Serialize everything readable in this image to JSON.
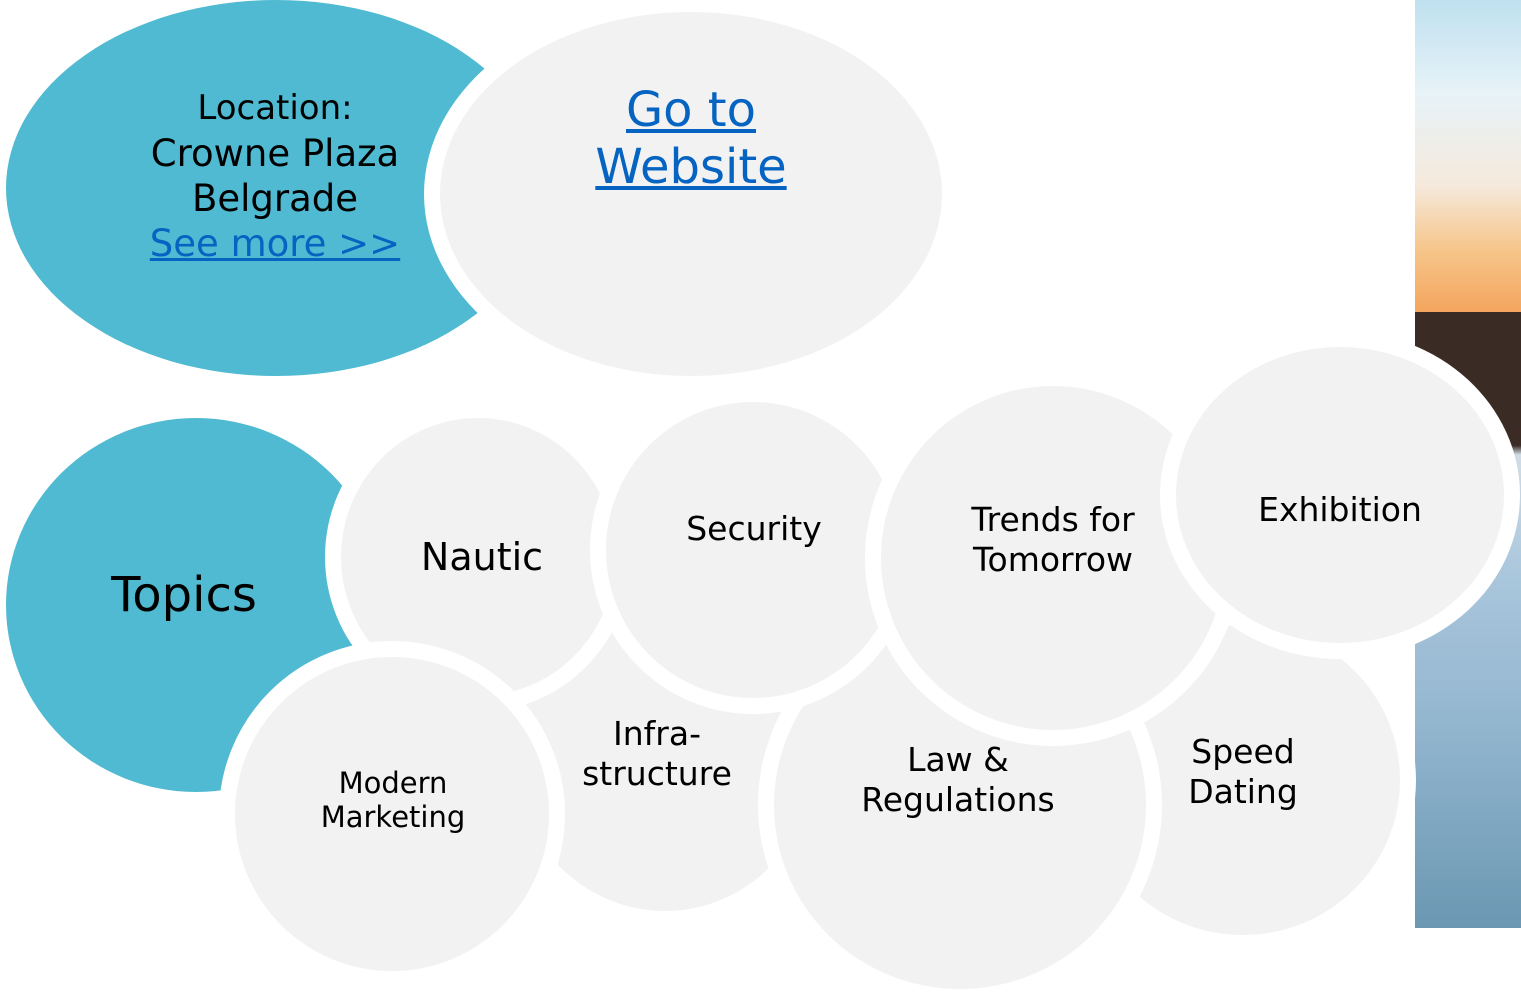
{
  "location": {
    "label": "Location",
    "colon": ":",
    "venue_line1": "Crowne Plaza",
    "venue_line2": "Belgrade",
    "see_more": "See more >>"
  },
  "website": {
    "line1": "Go to",
    "line2": "Website"
  },
  "topics": {
    "title": "Topics",
    "items": {
      "nautic": [
        "Nautic"
      ],
      "security": [
        "Security"
      ],
      "trends": [
        "Trends for",
        "Tomorrow"
      ],
      "exhibition": [
        "Exhibition"
      ],
      "marketing": [
        "Modern",
        "Marketing"
      ],
      "infra": [
        "Infra-",
        "structure"
      ],
      "law": [
        "Law &",
        "Regulations"
      ],
      "speed": [
        "Speed",
        "Dating"
      ]
    }
  },
  "colors": {
    "accent": "#4fbad1",
    "bubble": "#f2f2f2",
    "link": "#0563c1"
  }
}
